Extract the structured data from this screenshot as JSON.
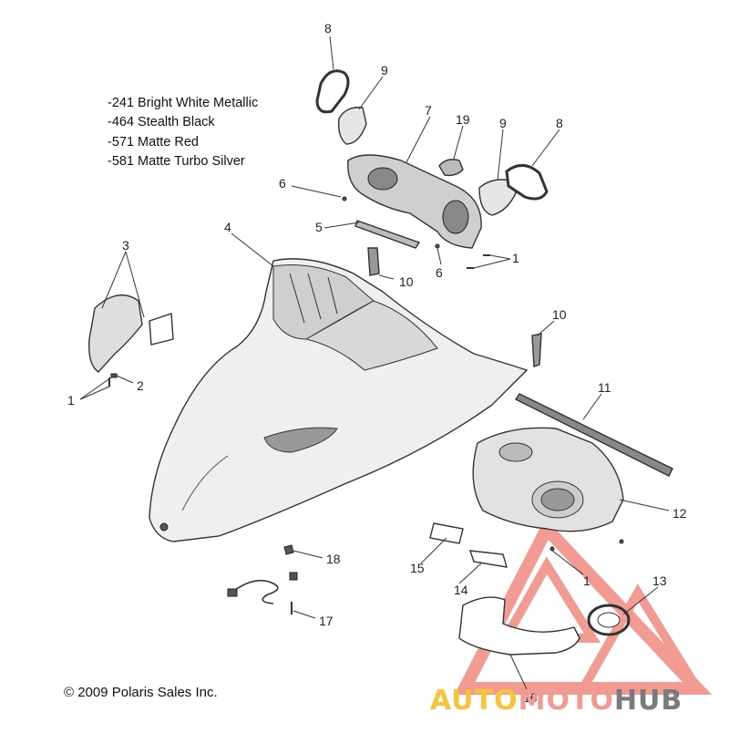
{
  "color_codes": [
    "-241 Bright White Metallic",
    "-464 Stealth Black",
    "-571  Matte Red",
    "-581 Matte Turbo Silver"
  ],
  "copyright": "© 2009 Polaris Sales Inc.",
  "watermark": {
    "part1": "AUTO",
    "part2": "MOTO",
    "part3": "HUB",
    "color1": "#f6c33b",
    "color2": "#f29a92",
    "color3": "#7a7a7a"
  },
  "callouts": [
    "8",
    "9",
    "7",
    "19",
    "9",
    "8",
    "6",
    "5",
    "3",
    "4",
    "10",
    "6",
    "1",
    "10",
    "2",
    "1",
    "11",
    "12",
    "18",
    "15",
    "14",
    "1",
    "13",
    "17",
    "16"
  ]
}
